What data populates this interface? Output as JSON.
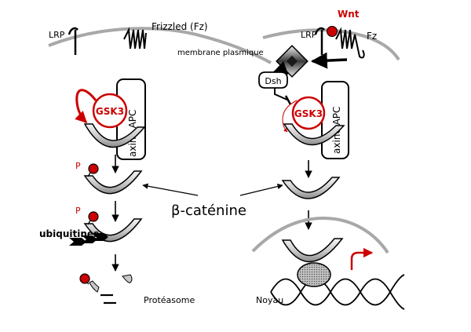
{
  "labels": {
    "lrp_left": "LRP",
    "frizzled": "Frizzled (Fz)",
    "membrane": "membrane plasmique",
    "lrp_right": "LRP",
    "wnt": "Wnt",
    "fz_right": "Fz",
    "dsh": "Dsh",
    "gsk3_left": "GSK3",
    "gsk3_right": "GSK3",
    "axine_apc_left": "axine APC",
    "axine_apc_right": "axine APC",
    "p1": "P",
    "p2": "P",
    "beta_catenin": "β-caténine",
    "ubiquitines": "ubiquitines",
    "proteasome": "Protéasome",
    "noyau": "Noyau"
  },
  "colors": {
    "accent_red": "#cc0000",
    "membrane_gray": "#a8a8a8",
    "shape_gray": "#9a9a9a"
  }
}
